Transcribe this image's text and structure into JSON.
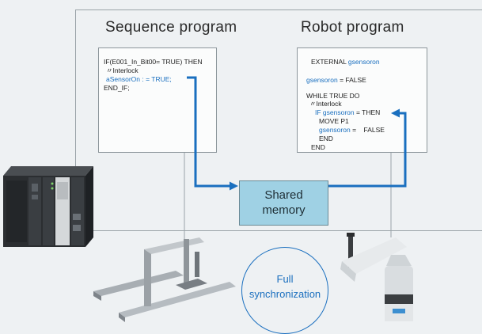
{
  "sequence": {
    "title": "Sequence program",
    "lines": [
      "IF(E001_In_Bit00= TRUE) THEN",
      "〃Interlock",
      "aSensorOn : = TRUE;",
      "END_IF;"
    ]
  },
  "robot": {
    "title": "Robot program",
    "line1_prefix": "EXTERNAL ",
    "line1_var": "gsensoron",
    "line2_var": "gsensoron",
    "line2_suffix": " = FALSE",
    "line3": "WHILE TRUE DO",
    "line4": "〃Interlock",
    "line5_if": "IF gsensoron",
    "line5_then": " = THEN",
    "line6": "MOVE P1",
    "line7_var": "gsensoron",
    "line7_suffix": " =    FALSE",
    "line8": "END",
    "line9": "END"
  },
  "shared_memory": {
    "line1": "Shared",
    "line2": "memory"
  },
  "sync": {
    "line1": "Full",
    "line2": "synchronization"
  },
  "colors": {
    "accent": "#1a6fbf",
    "shared_fill": "#9fd1e4",
    "frame": "#9aa3a8"
  }
}
